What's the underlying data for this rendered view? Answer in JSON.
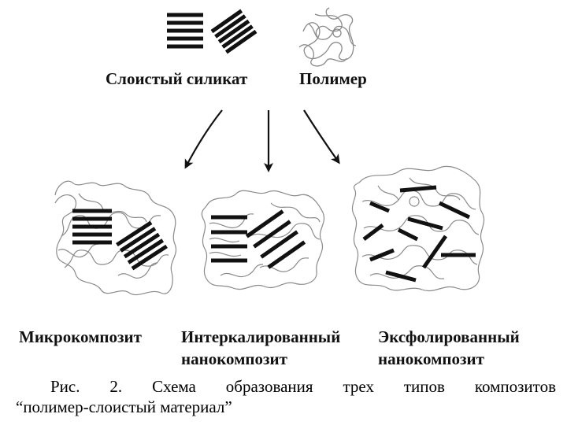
{
  "inputs": {
    "silicate_label": "Слоистый силикат",
    "polymer_label": "Полимер"
  },
  "outputs": [
    {
      "line1": "Микрокомпозит",
      "line2": ""
    },
    {
      "line1": "Интеркалированный",
      "line2": "нанокомпозит"
    },
    {
      "line1": "Эксфолированный",
      "line2": "нанокомпозит"
    }
  ],
  "caption": {
    "line1": "Рис. 2. Схема образования трех типов композитов",
    "line2": "“полимер-слоистый материал”"
  },
  "colors": {
    "ink": "#111111",
    "polymer": "#8a8a8a"
  }
}
